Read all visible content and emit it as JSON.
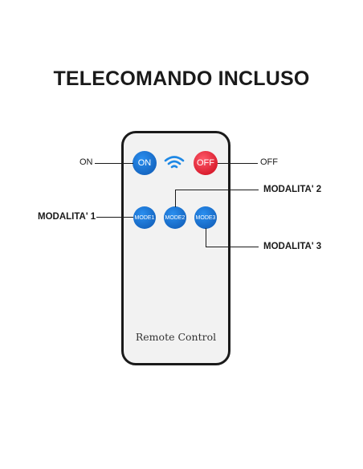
{
  "title": "TELECOMANDO INCLUSO",
  "remote": {
    "label": "Remote Control",
    "buttons": {
      "on": "ON",
      "off": "OFF",
      "mode1": "MODE1",
      "mode2": "MODE2",
      "mode3": "MODE3"
    },
    "icons": {
      "wireless": "wifi-icon"
    }
  },
  "callouts": {
    "on": "ON",
    "off": "OFF",
    "mode1": "MODALITA' 1",
    "mode2": "MODALITA' 2",
    "mode3": "MODALITA' 3"
  },
  "colors": {
    "button_blue": "#1565c0",
    "button_red": "#d81b2c",
    "wifi": "#1e88e5",
    "remote_body": "#f2f2f2",
    "outline": "#1a1a1a"
  }
}
